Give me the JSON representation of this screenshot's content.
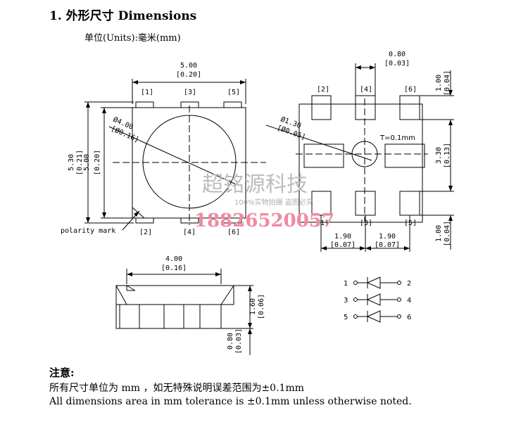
{
  "header": {
    "title": "1.  外形尺寸 Dimensions",
    "units": "单位(Units):毫米(mm)"
  },
  "top_view": {
    "width": "5.00",
    "width_in": "[0.20]",
    "height_outer": "5.30",
    "height_outer_in": "[0.21]",
    "height_inner": "5.00",
    "height_inner_in": "[0.20]",
    "lens_dia": "Ø4.00",
    "lens_dia_in": "[Ø0.16]",
    "pins_top": [
      "[1]",
      "[3]",
      "[5]"
    ],
    "pins_bottom": [
      "[2]",
      "[4]",
      "[6]"
    ],
    "polarity": "polarity mark"
  },
  "bottom_view": {
    "pad_w": "0.80",
    "pad_w_in": "[0.03]",
    "pad_h_top": "1.00",
    "pad_h_top_in": "[0.04]",
    "hole_dia": "Ø1.30",
    "hole_dia_in": "[Ø0.05]",
    "thickness": "T=0.1mm",
    "span": "3.30",
    "span_in": "[0.13]",
    "pitch1": "1.90",
    "pitch1_in": "[0.07]",
    "pitch2": "1.90",
    "pitch2_in": "[0.07]",
    "pad_h_bottom": "1.00",
    "pad_h_bottom_in": "[0.04]",
    "pins_top": [
      "[2]",
      "[4]",
      "[6]"
    ],
    "pins_bottom": [
      "[1]",
      "[3]",
      "[5]"
    ]
  },
  "side_view": {
    "width": "4.00",
    "width_in": "[0.16]",
    "height": "1.60",
    "height_in": "[0.06]",
    "lead": "0.80",
    "lead_in": "[0.03]"
  },
  "schematic": {
    "left": [
      "1",
      "3",
      "5"
    ],
    "right": [
      "2",
      "4",
      "6"
    ]
  },
  "watermark": {
    "name": "超铭源科技",
    "slogan": "100%实物拍摄  盗图必究",
    "phone": "18826520057"
  },
  "notes": {
    "title": "注意:",
    "line_cn": "所有尺寸单位为 mm  ，如无特殊说明误差范围为±0.1mm",
    "line_en": "All dimensions area in mm tolerance is ±0.1mm unless otherwise noted."
  }
}
